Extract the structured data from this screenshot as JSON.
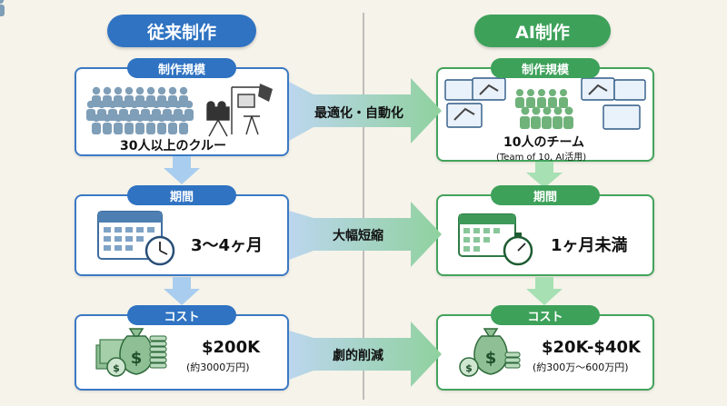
{
  "left": {
    "header": "従来制作",
    "scale_label": "制作規模",
    "scale_text": "30人以上のクルー",
    "period_label": "期間",
    "period_text": "3～4ヶ月",
    "cost_label": "コスト",
    "cost_value": "$200K",
    "cost_sub": "(約3000万円)"
  },
  "right": {
    "header": "AI制作",
    "scale_label": "制作規模",
    "scale_text": "10人のチーム",
    "scale_sub": "(Team of 10, AI活用)",
    "period_label": "期間",
    "period_text": "1ヶ月未満",
    "cost_label": "コスト",
    "cost_value": "$20K-$40K",
    "cost_sub": "(約300万～600万円)"
  },
  "arrows": {
    "row1": "最適化・自動化",
    "row2": "大幅短縮",
    "row3": "劇的削減"
  },
  "colors": {
    "traditional": "#2f73c2",
    "ai": "#3da15a"
  }
}
